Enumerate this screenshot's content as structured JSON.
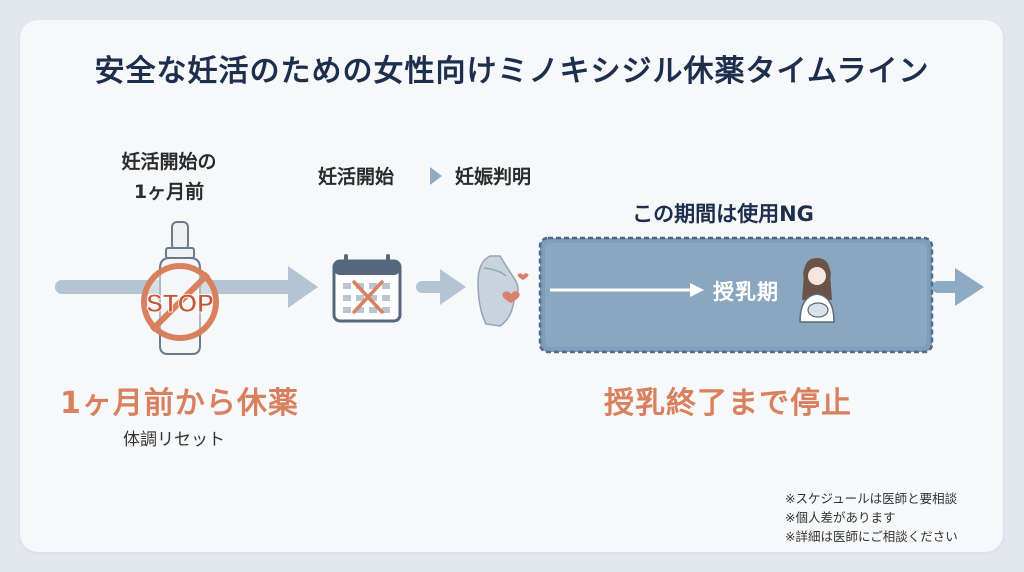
{
  "title": "安全な妊活のための女性向けミノキシジル休薬タイムライン",
  "timeline": {
    "step_pause_label": "妊活開始の\n1ヶ月前",
    "stop_sign_text": "STOP",
    "stage_start": "妊活開始",
    "stage_pregnancy": "妊娠判明",
    "ng_period_header": "この期間は使用NG",
    "lactation_label": "授乳期"
  },
  "outcomes": {
    "pause_main": "1ヶ月前から休薬",
    "pause_sub": "体調リセット",
    "stop_main": "授乳終了まで停止"
  },
  "notes": [
    "※スケジュールは医師と要相談",
    "※個人差があります",
    "※詳細は医師にご相談ください"
  ],
  "colors": {
    "title": "#1e2f4d",
    "accent": "#d9805f",
    "arrow": "#b4c4d2",
    "ng_band": "#7f9db8",
    "ng_band_border": "#4e6d8c"
  }
}
